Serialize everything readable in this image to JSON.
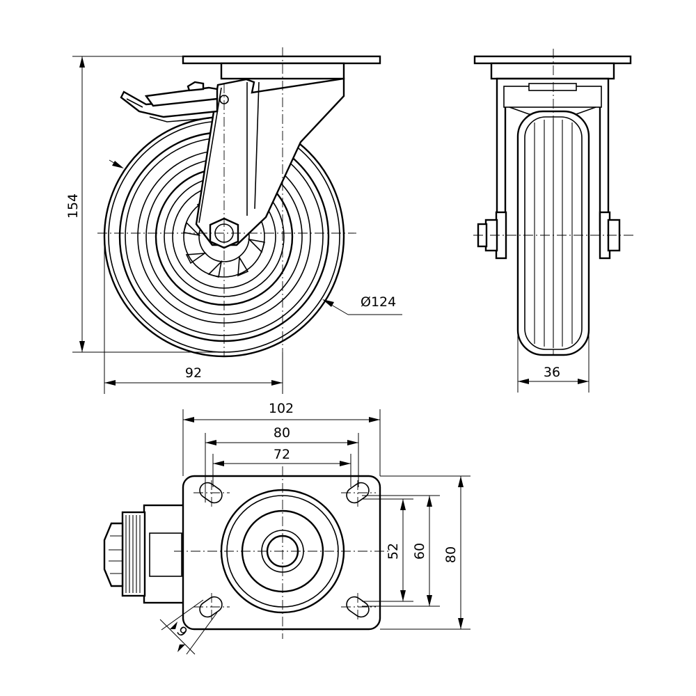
{
  "views": {
    "side": {
      "dimensions": {
        "height": "154",
        "offset": "92",
        "diameter": "Ø124"
      }
    },
    "front": {
      "dimensions": {
        "width": "36"
      }
    },
    "plate": {
      "dimensions": {
        "width": "102",
        "hole_spacing_outer": "80",
        "hole_spacing_inner": "72",
        "slot_inner": "52",
        "slot_outer": "60",
        "height": "80",
        "hole_size": "9"
      }
    }
  }
}
